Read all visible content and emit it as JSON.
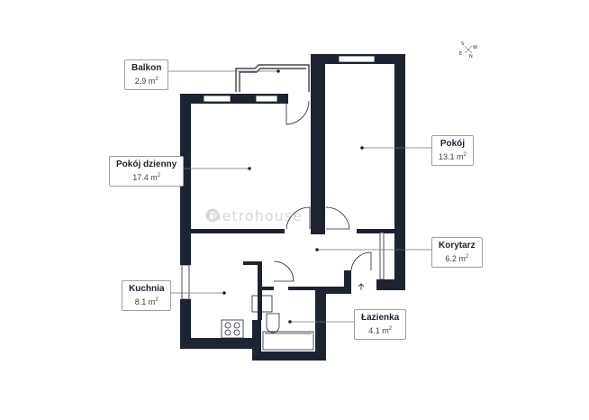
{
  "rooms": {
    "balkon": {
      "name": "Balkon",
      "area": "2.9 m",
      "unit_sup": "2"
    },
    "dzienny": {
      "name": "Pokój dzienny",
      "area": "17.4 m",
      "unit_sup": "2"
    },
    "pokoj": {
      "name": "Pokój",
      "area": "13.1 m",
      "unit_sup": "2"
    },
    "korytarz": {
      "name": "Korytarz",
      "area": "6.2 m",
      "unit_sup": "2"
    },
    "kuchnia": {
      "name": "Kuchnia",
      "area": "8.1 m",
      "unit_sup": "2"
    },
    "lazienka": {
      "name": "Łazienka",
      "area": "4.1 m",
      "unit_sup": "2"
    }
  },
  "compass": {
    "n": "N",
    "e": "E",
    "s": "S",
    "w": "W"
  },
  "watermark": "metrohouse",
  "colors": {
    "wall": "#1c2331",
    "leader": "#6b7280",
    "window": "#ffffff"
  }
}
